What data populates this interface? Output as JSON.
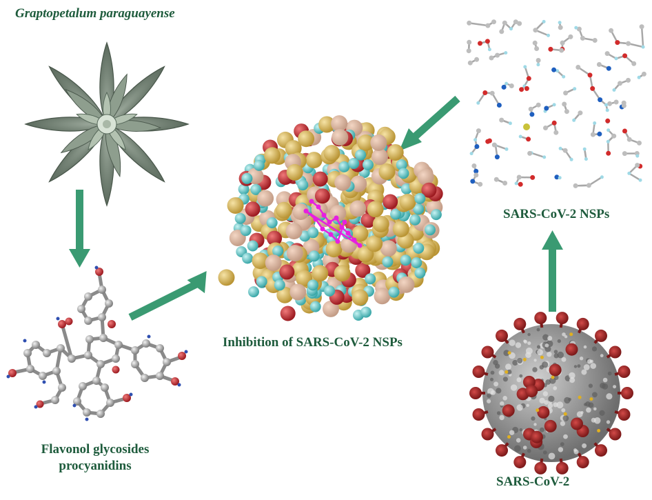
{
  "labels": {
    "plant": "Graptopetalum paraguayense",
    "compounds_line1": "Flavonol glycosides",
    "compounds_line2": "procyanidins",
    "inhibition": "Inhibition of SARS-CoV-2 NSPs",
    "nsps": "SARS-CoV-2 NSPs",
    "virus": "SARS-CoV-2"
  },
  "colors": {
    "text": "#1e5b3c",
    "arrow": "#3a9a72",
    "oxygen": "#c0272d",
    "carbon": "#9a9a9a",
    "hydrogen": "#5fc9c9",
    "protein_gold": "#d9b659",
    "ligand": "#e61fe0",
    "nitrogen": "#1f5fbf",
    "spike": "#9e2a2a",
    "virus_body": "#8f8f8f",
    "plant_leaf": "#6f7f6e"
  },
  "icons": [
    "succulent-plant-image",
    "flavonoid-molecule-image",
    "protein-surface-image",
    "nsp-ball-stick-image",
    "coronavirus-image"
  ]
}
